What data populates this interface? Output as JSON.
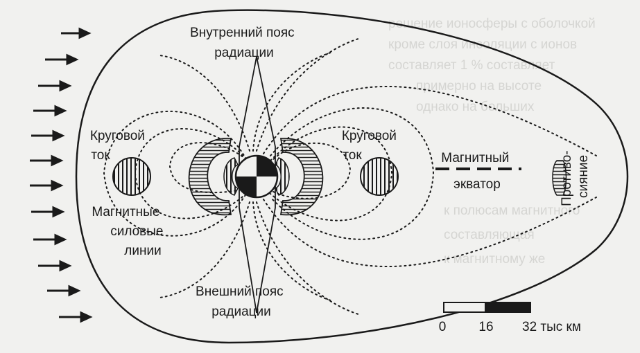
{
  "labels": {
    "inner_belt": [
      "Внутренний пояс",
      "радиации"
    ],
    "outer_belt": [
      "Внешний пояс",
      "радиации"
    ],
    "ring_current_left": [
      "Круговой",
      "ток"
    ],
    "ring_current_right": [
      "Круговой",
      "ток"
    ],
    "field_lines": [
      "Магнитные",
      "силовые",
      "линии"
    ],
    "magnetic_equator": [
      "Магнитный",
      "экватор"
    ],
    "counterglow": [
      "Противо-",
      "сияние"
    ]
  },
  "scale_bar": {
    "ticks": [
      "0",
      "16",
      "32 тыс км"
    ]
  },
  "colors": {
    "ink": "#1a1a1a",
    "background": "#f1f1ef"
  }
}
